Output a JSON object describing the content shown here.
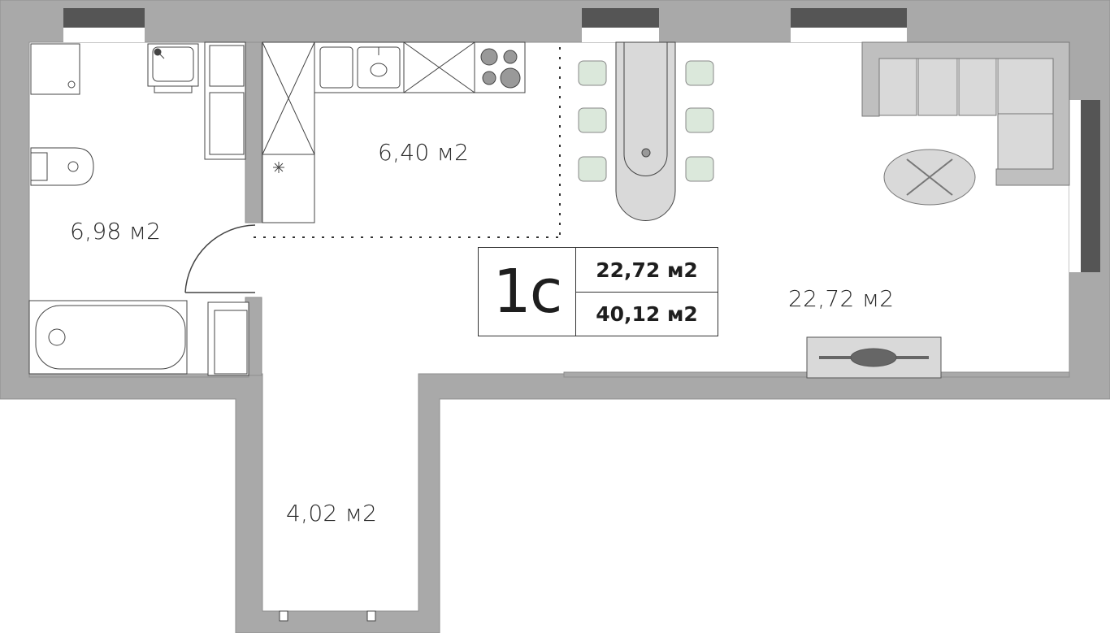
{
  "plan": {
    "unit_type": "1с",
    "living_area": "22,72 м2",
    "total_area": "40,12 м2",
    "rooms": {
      "bathroom": "6,98 м2",
      "kitchen": "6,40 м2",
      "living": "22,72 м2",
      "hallway": "4,02 м2"
    }
  },
  "colors": {
    "wall": "#a9a9a9",
    "wall_stroke": "#8e8e8e",
    "window": "#555555",
    "furniture_fill": "#d9d9d9",
    "chair_fill": "#dbe8db",
    "line": "#333333"
  },
  "icons": [
    "sink-icon",
    "stove-icon",
    "toilet-icon",
    "bathtub-icon",
    "shower-icon",
    "sofa-icon",
    "tv-icon",
    "dining-table-icon",
    "chair-icon",
    "armchair-table-icon"
  ]
}
